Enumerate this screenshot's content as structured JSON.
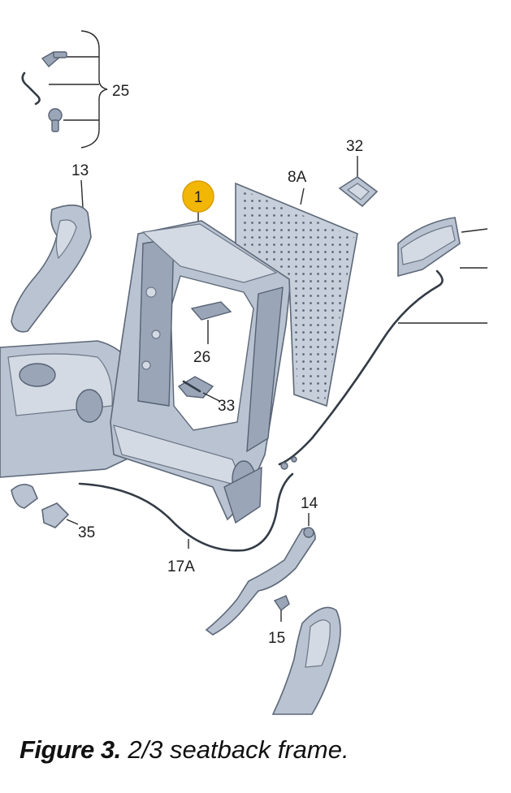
{
  "labels": {
    "p1": "1",
    "p8a": "8A",
    "p13": "13",
    "p14": "14",
    "p15": "15",
    "p17a": "17A",
    "p25": "25",
    "p26": "26",
    "p32": "32",
    "p33": "33",
    "p35": "35"
  },
  "caption": {
    "figure": "Figure 3.",
    "text": "2/3 seatback frame."
  },
  "colors": {
    "highlight": "#f2b705",
    "part": "#b9c3d1",
    "line": "#2a2a2a"
  }
}
